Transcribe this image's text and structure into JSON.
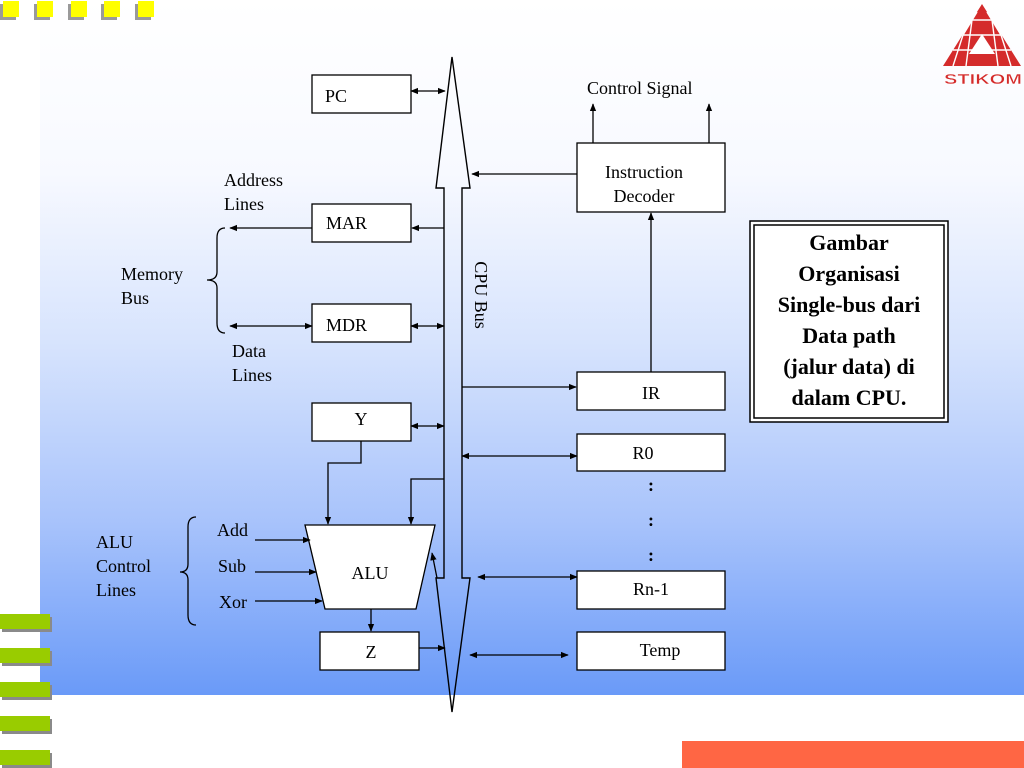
{
  "slide": {
    "caption_lines": [
      "Gambar",
      "Organisasi",
      "Single-bus dari",
      "Data path",
      "(jalur data) di",
      "dalam CPU."
    ]
  },
  "logo": {
    "text": "STIKOM"
  },
  "diagram": {
    "cpu_bus": "CPU Bus",
    "pc": "PC",
    "mar": "MAR",
    "mdr": "MDR",
    "y": "Y",
    "z": "Z",
    "alu": "ALU",
    "instruction_decoder": [
      "Instruction",
      "Decoder"
    ],
    "control_signal": "Control Signal",
    "ir": "IR",
    "r0": "R0",
    "rn_1": "Rn-1",
    "temp": "Temp",
    "register_ellipsis": [
      ":",
      ":",
      ":"
    ],
    "address_lines": [
      "Address",
      "Lines"
    ],
    "memory_bus": [
      "Memory",
      "Bus"
    ],
    "data_lines": [
      "Data",
      "Lines"
    ],
    "alu_control_lines": [
      "ALU",
      "Control",
      "Lines"
    ],
    "alu_operations": [
      "Add",
      "Sub",
      "Xor"
    ]
  },
  "colors": {
    "background_gradient_top": "#ffffff",
    "background_gradient_bottom": "#6a9af8",
    "bullet_squares": "#ffff00",
    "side_bars": "#99cc00",
    "footer_bar": "#ff6644",
    "logo": "#d42b2b"
  }
}
